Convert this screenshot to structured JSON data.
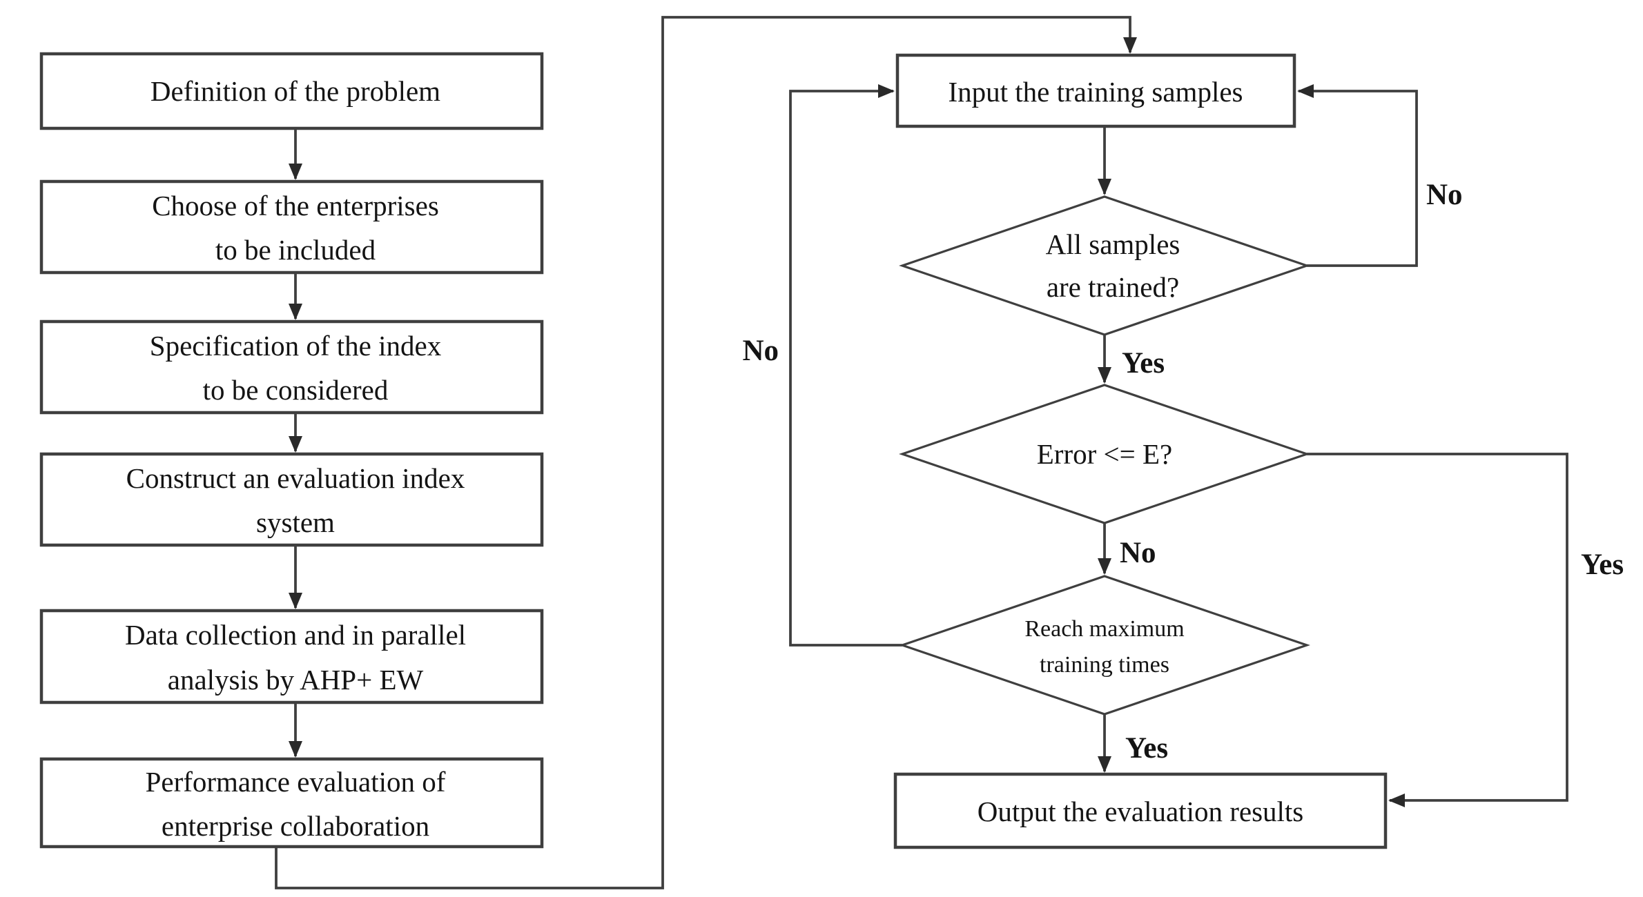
{
  "diagram": {
    "type": "flowchart",
    "background_color": "#ffffff",
    "line_color": "#3f3f3f",
    "text_color": "#141414",
    "left_column": {
      "steps": [
        {
          "id": "definition",
          "lines": [
            "Definition of the problem",
            ""
          ]
        },
        {
          "id": "choose",
          "lines": [
            "Choose of the enterprises",
            "to be included"
          ]
        },
        {
          "id": "specification",
          "lines": [
            "Specification of the index",
            "to be considered"
          ]
        },
        {
          "id": "construct",
          "lines": [
            "Construct an evaluation index",
            "system"
          ]
        },
        {
          "id": "data",
          "lines": [
            "Data collection and in parallel",
            "analysis by AHP+ EW"
          ]
        },
        {
          "id": "performance",
          "lines": [
            "Performance evaluation of",
            "enterprise collaboration"
          ]
        }
      ]
    },
    "right_column": {
      "input_box": {
        "lines": [
          "Input the training samples"
        ]
      },
      "decision_all_samples": {
        "lines": [
          "All samples",
          "are trained?"
        ]
      },
      "decision_error": {
        "lines": [
          "Error <= E?"
        ]
      },
      "decision_max_times": {
        "lines": [
          "Reach maximum",
          "training times"
        ]
      },
      "output_box": {
        "lines": [
          "Output the evaluation results"
        ]
      }
    },
    "edge_labels": {
      "all_samples_no": "No",
      "all_samples_yes": "Yes",
      "error_no": "No",
      "error_yes": "Yes",
      "max_times_no": "No",
      "max_times_yes": "Yes"
    }
  }
}
